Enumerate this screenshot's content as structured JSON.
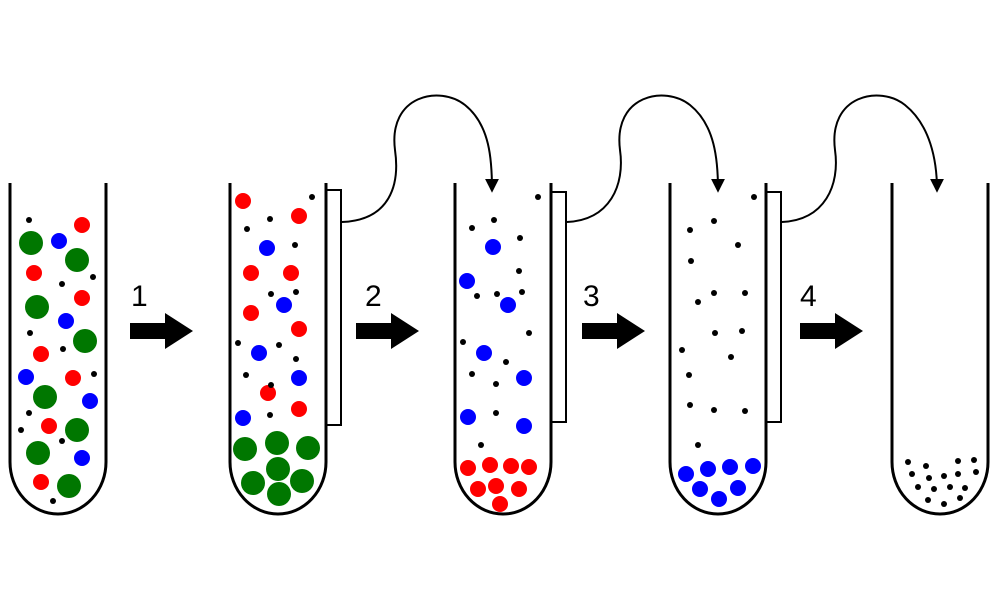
{
  "steps": [
    {
      "label": "1"
    },
    {
      "label": "2"
    },
    {
      "label": "3"
    },
    {
      "label": "4"
    }
  ],
  "colors": {
    "green": "#007700",
    "red": "#ff0000",
    "blue": "#0000ff",
    "black": "#000000"
  }
}
